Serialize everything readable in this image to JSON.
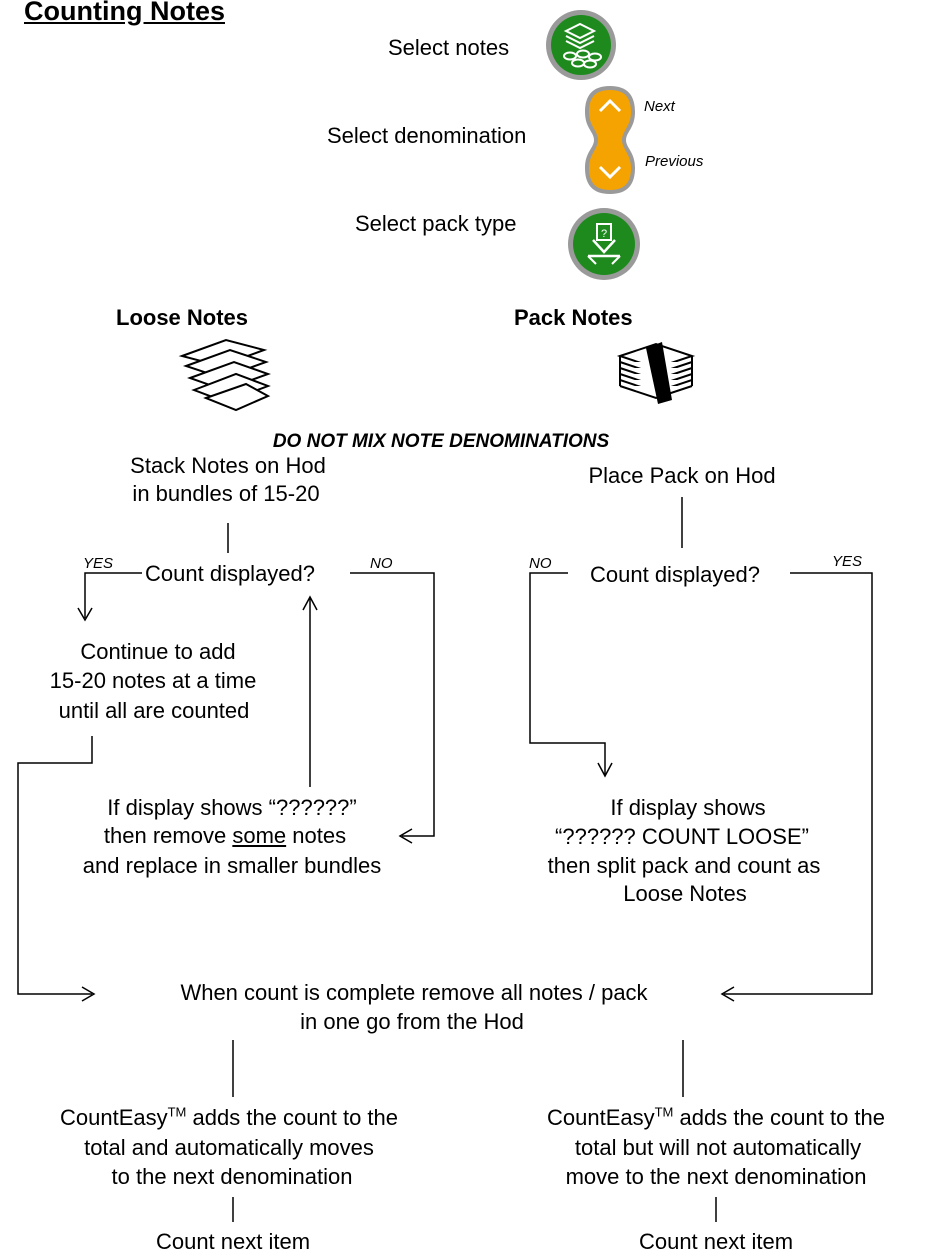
{
  "title": "Counting Notes",
  "controls": {
    "select_notes": "Select notes",
    "select_denomination": "Select denomination",
    "next": "Next",
    "previous": "Previous",
    "select_pack_type": "Select pack type"
  },
  "icons": {
    "notes_button": "notes-stack-icon",
    "updown_button": "chevron-up-down-icon",
    "pack_button": "pack-type-icon",
    "loose_notes": "loose-notes-icon",
    "pack_notes": "banded-pack-icon"
  },
  "colors": {
    "green": "#1e8a1e",
    "orange": "#f5a300",
    "grey_ring": "#9a9a9a"
  },
  "headings": {
    "loose": "Loose Notes",
    "pack": "Pack Notes",
    "warning": "DO NOT MIX NOTE DENOMINATIONS"
  },
  "loose": {
    "stack_line1": "Stack Notes on Hod",
    "stack_line2": "in bundles of 15-20",
    "yes": "YES",
    "no": "NO",
    "count_displayed": "Count displayed?",
    "continue_line1": "Continue to add",
    "continue_line2": "15-20 notes at a time",
    "continue_line3": "until all are counted",
    "if_line1": "If display shows “??????”",
    "if_line2_pre": "then remove ",
    "if_line2_u": "some",
    "if_line2_post": " notes",
    "if_line3": "and replace in smaller bundles"
  },
  "pack": {
    "place": "Place Pack on Hod",
    "no": "NO",
    "yes": "YES",
    "count_displayed": "Count displayed?",
    "if_line1": "If display shows",
    "if_line2": "“?????? COUNT LOOSE”",
    "if_line3": "then split pack and count as",
    "if_line4": "Loose Notes"
  },
  "complete": {
    "line1": "When count is complete remove all notes / pack",
    "line2": "in one go from the Hod"
  },
  "result_loose": {
    "brand": "CountEasy",
    "tm": "TM",
    "line1_post": " adds the count to the",
    "line2": "total and automatically moves",
    "line3": "to the next denomination",
    "next": "Count next item"
  },
  "result_pack": {
    "brand": "CountEasy",
    "tm": "TM",
    "line1_post": " adds the count to the",
    "line2": "total but will not automatically",
    "line3": "move to the next denomination",
    "next": "Count next item"
  }
}
